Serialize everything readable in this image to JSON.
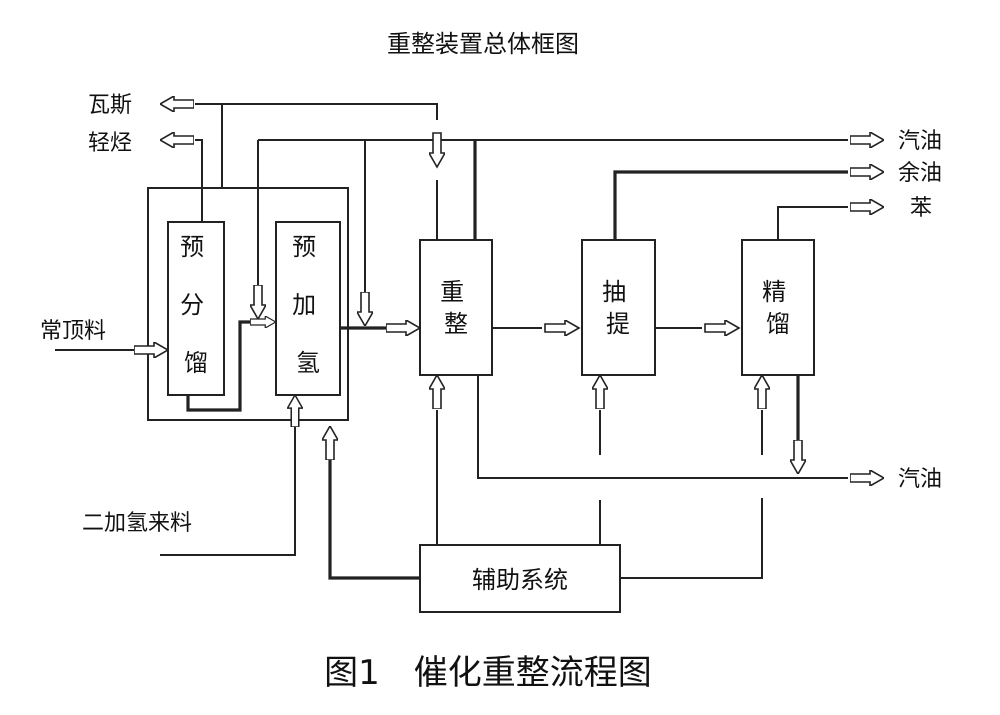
{
  "title": "重整装置总体框图",
  "caption": "图1　催化重整流程图",
  "units": {
    "prefractionator": "预分馏",
    "prehydrotreater": "预加氢",
    "reformer": "重整",
    "extraction": "抽提",
    "rectification": "精馏",
    "auxiliary": "辅助系统"
  },
  "streams": {
    "gas": "瓦斯",
    "light_hydrocarbons": "轻烃",
    "gasoline_top": "汽油",
    "raffinate": "余油",
    "benzene": "苯",
    "gasoline_bottom": "汽油",
    "feed_atm_top": "常顶料",
    "feed_hydro2": "二加氢来料"
  }
}
